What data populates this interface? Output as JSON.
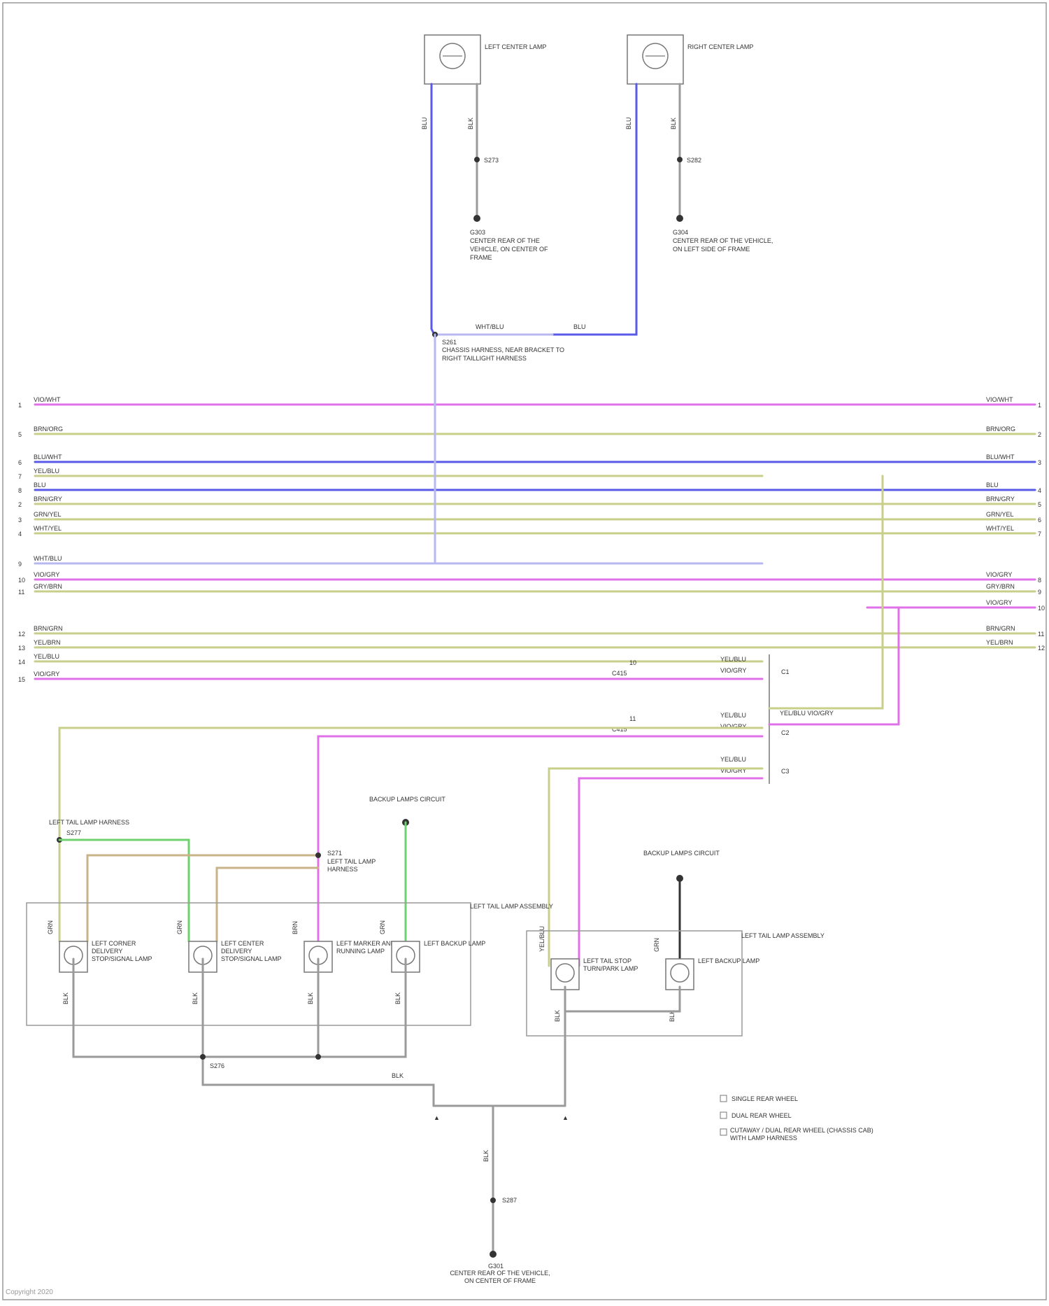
{
  "colors": {
    "violet": "#e070e8",
    "yellow_green": "#c8cf8a",
    "tan": "#c9b48a",
    "blue": "#5a5ae8",
    "light_blue": "#b8b8f0",
    "green": "#6fd06f",
    "gray": "#9a9a9a",
    "black": "#333333"
  },
  "top_lamps": {
    "left": {
      "name": "LEFT CENTER LAMP",
      "wire_a": "BLU",
      "wire_b": "BLK",
      "splice": "S273",
      "ground": "G303",
      "ground_desc": "CENTER REAR OF THE VEHICLE, ON CENTER OF FRAME"
    },
    "right": {
      "name": "RIGHT CENTER LAMP",
      "wire_a": "BLU",
      "wire_b": "BLK",
      "splice": "S282",
      "ground": "G304",
      "ground_desc": "CENTER REAR OF THE VEHICLE, ON LEFT SIDE OF FRAME"
    }
  },
  "junction": {
    "id": "S261",
    "desc": "CHASSIS HARNESS, NEAR BRACKET TO RIGHT TAILLIGHT HARNESS",
    "wire_left": "WHT/BLU",
    "wire_right": "BLU"
  },
  "harness_wires": [
    {
      "pin_l": "1",
      "label_l": "VIO/WHT",
      "label_r": "VIO/WHT",
      "pin_r": "1",
      "color": "violet"
    },
    {
      "pin_l": "5",
      "label_l": "BRN/ORG",
      "label_r": "BRN/ORG",
      "pin_r": "2",
      "color": "yellow_green"
    },
    {
      "pin_l": "6",
      "label_l": "BLU/WHT",
      "label_r": "BLU/WHT",
      "pin_r": "3",
      "color": "blue"
    },
    {
      "pin_l": "7",
      "label_l": "YEL/BLU",
      "label_r": "",
      "pin_r": "",
      "color": "yellow_green"
    },
    {
      "pin_l": "8",
      "label_l": "BLU",
      "label_r": "BLU",
      "pin_r": "4",
      "color": "blue"
    },
    {
      "pin_l": "2",
      "label_l": "BRN/GRY",
      "label_r": "BRN/GRY",
      "pin_r": "5",
      "color": "yellow_green"
    },
    {
      "pin_l": "3",
      "label_l": "GRN/YEL",
      "label_r": "GRN/YEL",
      "pin_r": "6",
      "color": "yellow_green"
    },
    {
      "pin_l": "4",
      "label_l": "WHT/YEL",
      "label_r": "WHT/YEL",
      "pin_r": "7",
      "color": "yellow_green"
    },
    {
      "pin_l": "9",
      "label_l": "WHT/BLU",
      "label_r": "",
      "pin_r": "",
      "color": "light_blue"
    },
    {
      "pin_l": "10",
      "label_l": "VIO/GRY",
      "label_r": "VIO/GRY",
      "pin_r": "8",
      "color": "violet"
    },
    {
      "pin_l": "11",
      "label_l": "GRY/BRN",
      "label_r": "GRY/BRN",
      "pin_r": "9",
      "color": "yellow_green"
    },
    {
      "pin_l": "",
      "label_l": "",
      "label_r": "VIO/GRY",
      "pin_r": "10",
      "color": "violet"
    },
    {
      "pin_l": "12",
      "label_l": "BRN/GRN",
      "label_r": "BRN/GRN",
      "pin_r": "11",
      "color": "yellow_green"
    },
    {
      "pin_l": "13",
      "label_l": "YEL/BRN",
      "label_r": "YEL/BRN",
      "pin_r": "12",
      "color": "yellow_green"
    },
    {
      "pin_l": "14",
      "label_l": "YEL/BLU",
      "label_r": "",
      "pin_r": "",
      "color": "yellow_green"
    },
    {
      "pin_l": "15",
      "label_l": "VIO/GRY",
      "label_r": "",
      "pin_r": "",
      "color": "violet"
    }
  ],
  "connector_mid": {
    "rows": [
      {
        "wire": "YEL/BLU",
        "wire2": "VIO/GRY",
        "cav": "10",
        "sub": "C415",
        "pin": "C1"
      },
      {
        "wire": "YEL/BLU",
        "wire2": "VIO/GRY",
        "cav": "11",
        "sub": "C415",
        "pin": "C2"
      },
      {
        "wire": "YEL/BLU",
        "wire2": "VIO/GRY",
        "cav": "",
        "sub": "",
        "pin": "C3"
      }
    ],
    "extra": "YEL/BLU VIO/GRY"
  },
  "left_assembly": {
    "name": "LEFT TAIL LAMP ASSEMBLY",
    "harness": "LEFT TAIL LAMP HARNESS",
    "harness_splice": "S277",
    "splice2": "S271",
    "splice2_desc": "LEFT TAIL LAMP HARNESS",
    "backup_circuit": "BACKUP LAMPS CIRCUIT",
    "lamps": [
      {
        "name": "LEFT CORNER DELIVERY STOP/SIGNAL LAMP",
        "wire_in": "GRN",
        "wire_out": "BLK"
      },
      {
        "name": "LEFT CENTER DELIVERY STOP/SIGNAL LAMP",
        "wire_in": "GRN",
        "wire_out": "BLK"
      },
      {
        "name": "LEFT MARKER AND RUNNING LAMP",
        "wire_in": "BRN",
        "wire_out": "BLK"
      },
      {
        "name": "LEFT BACKUP LAMP",
        "wire_in": "GRN",
        "wire_out": "BLK"
      }
    ],
    "ground_splice": "S276"
  },
  "right_assembly": {
    "name": "LEFT TAIL LAMP ASSEMBLY",
    "backup_circuit": "BACKUP LAMPS CIRCUIT",
    "lamps": [
      {
        "name": "LEFT TAIL STOP TURN/PARK LAMP",
        "wire_in": "YEL/BLU",
        "wire_out": "BLK"
      },
      {
        "name": "LEFT BACKUP LAMP",
        "wire_in": "GRN",
        "wire_out": "BLK"
      }
    ]
  },
  "ground_main": {
    "wire": "BLK",
    "splice": "S287",
    "ground": "G301",
    "ground_desc": "CENTER REAR OF THE VEHICLE, ON CENTER OF FRAME"
  },
  "legend": [
    "SINGLE REAR WHEEL",
    "DUAL REAR WHEEL",
    "CUTAWAY / DUAL REAR WHEEL (CHASSIS CAB) WITH LAMP HARNESS"
  ],
  "footer": "Copyright 2020"
}
